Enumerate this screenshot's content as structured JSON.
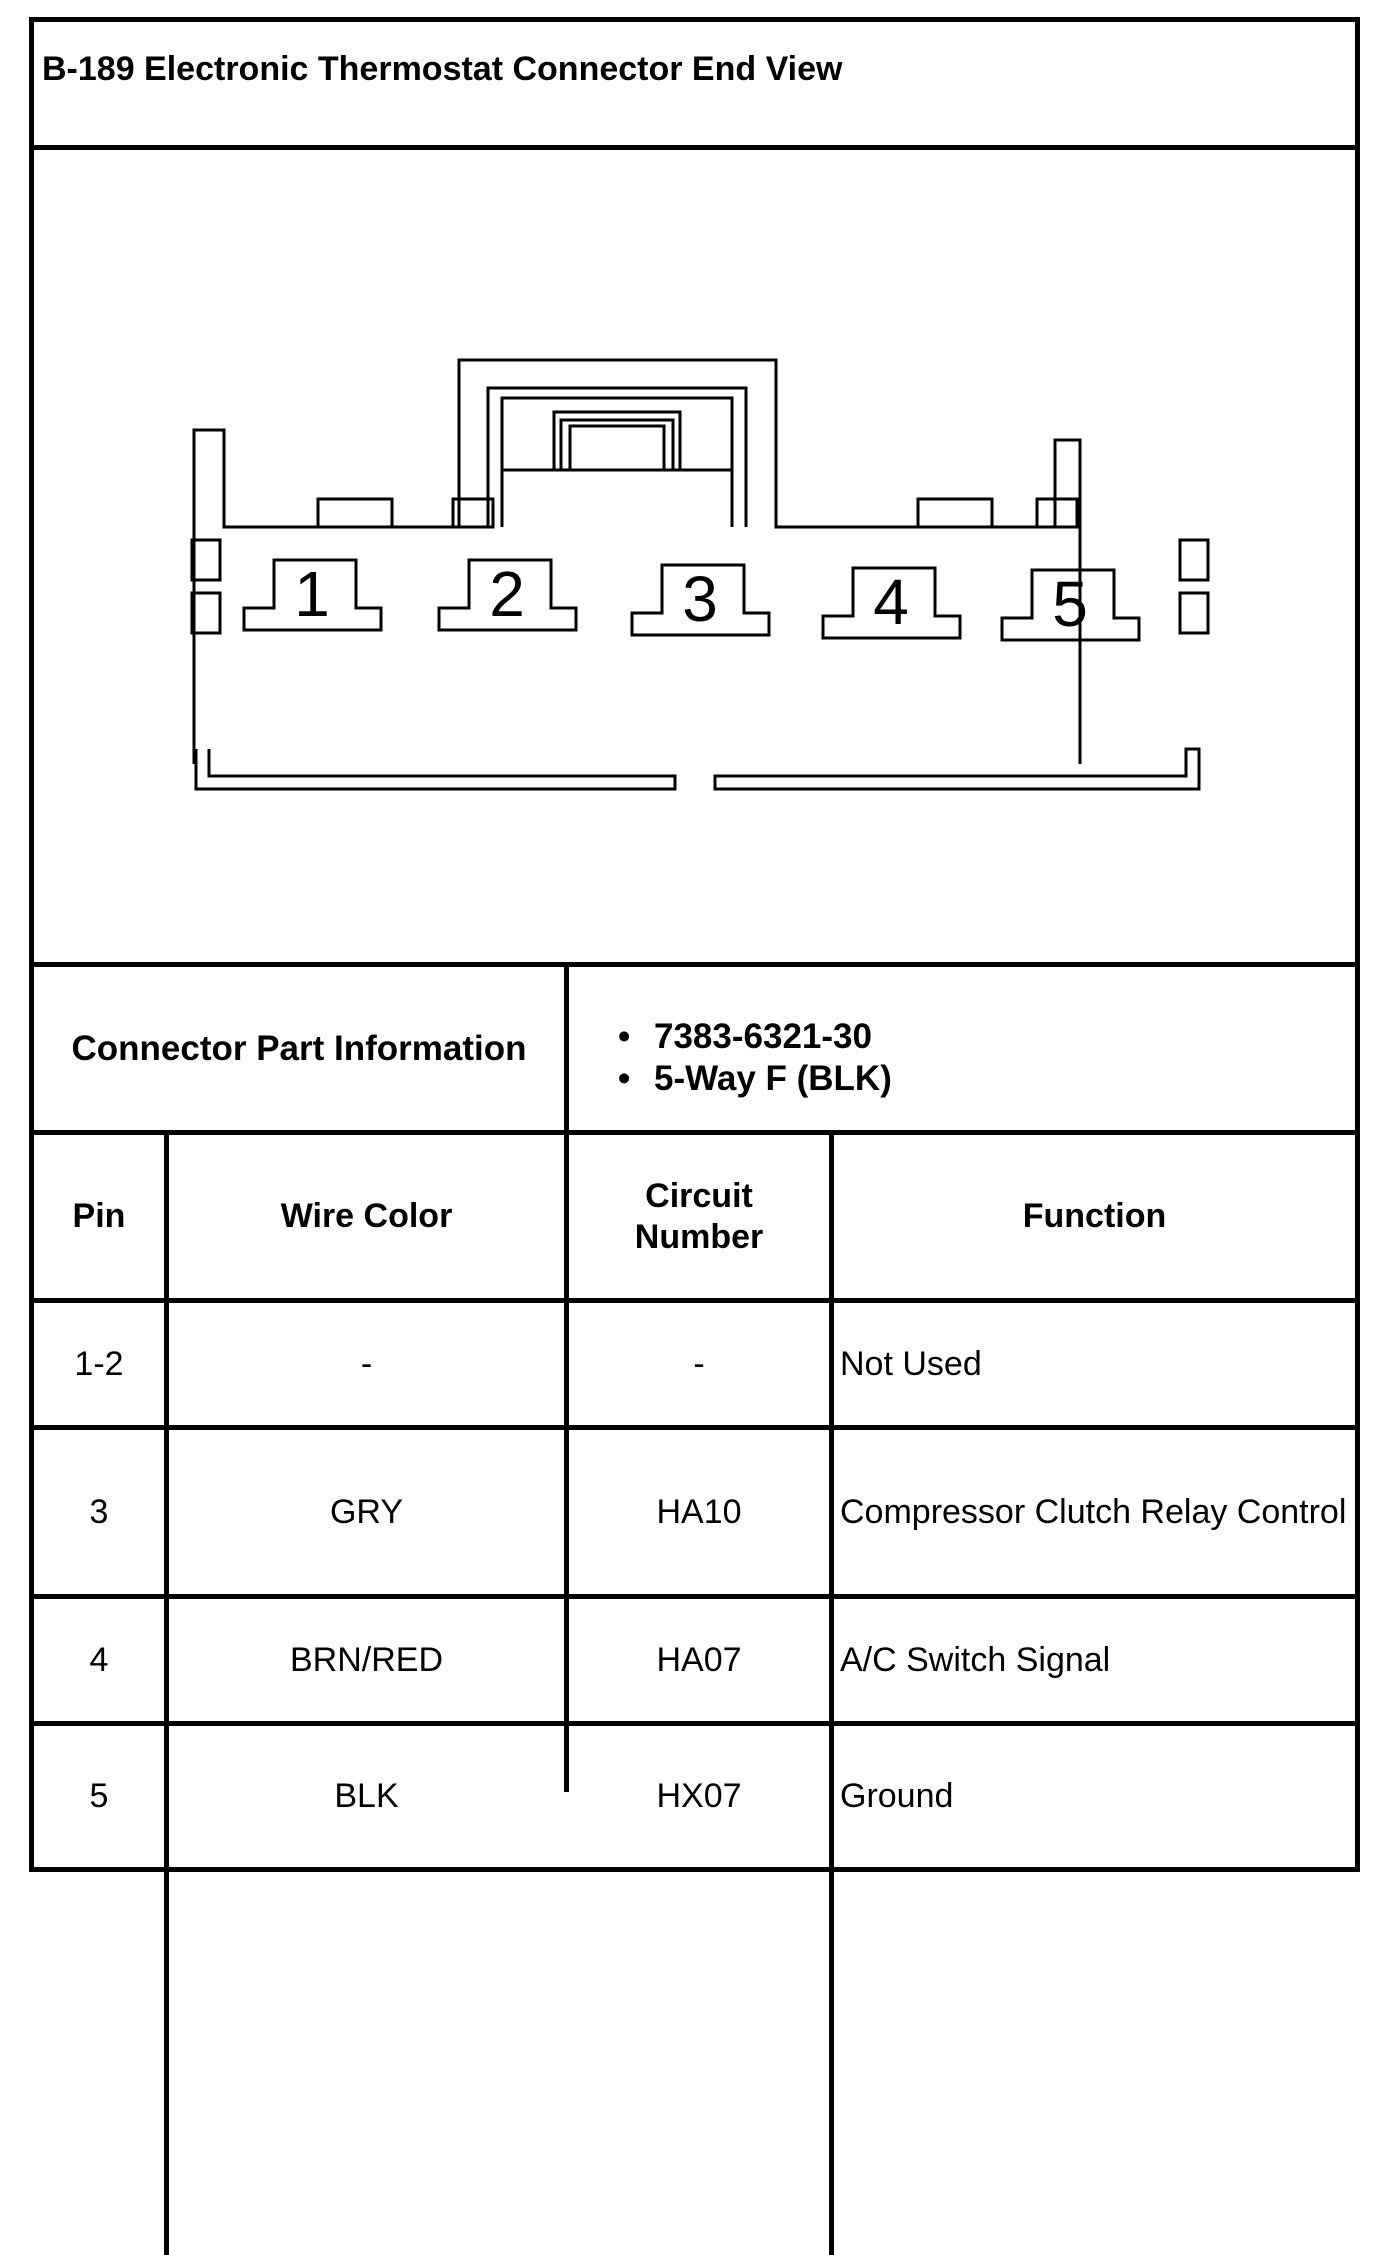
{
  "title": "B-189 Electronic Thermostat Connector End View",
  "connector": {
    "pins": [
      "1",
      "2",
      "3",
      "4",
      "5"
    ]
  },
  "part_info": {
    "label": "Connector Part Information",
    "items": [
      "7383-6321-30",
      "5-Way F (BLK)"
    ]
  },
  "table": {
    "headers": {
      "pin": "Pin",
      "wire_color": "Wire Color",
      "circuit_line1": "Circuit",
      "circuit_line2": "Number",
      "function": "Function"
    },
    "rows": [
      {
        "pin": "1-2",
        "wire_color": "-",
        "circuit": "-",
        "function": "Not Used"
      },
      {
        "pin": "3",
        "wire_color": "GRY",
        "circuit": "HA10",
        "function": "Compressor Clutch Relay Control"
      },
      {
        "pin": "4",
        "wire_color": "BRN/RED",
        "circuit": "HA07",
        "function": "A/C Switch Signal"
      },
      {
        "pin": "5",
        "wire_color": "BLK",
        "circuit": "HX07",
        "function": "Ground"
      }
    ]
  }
}
